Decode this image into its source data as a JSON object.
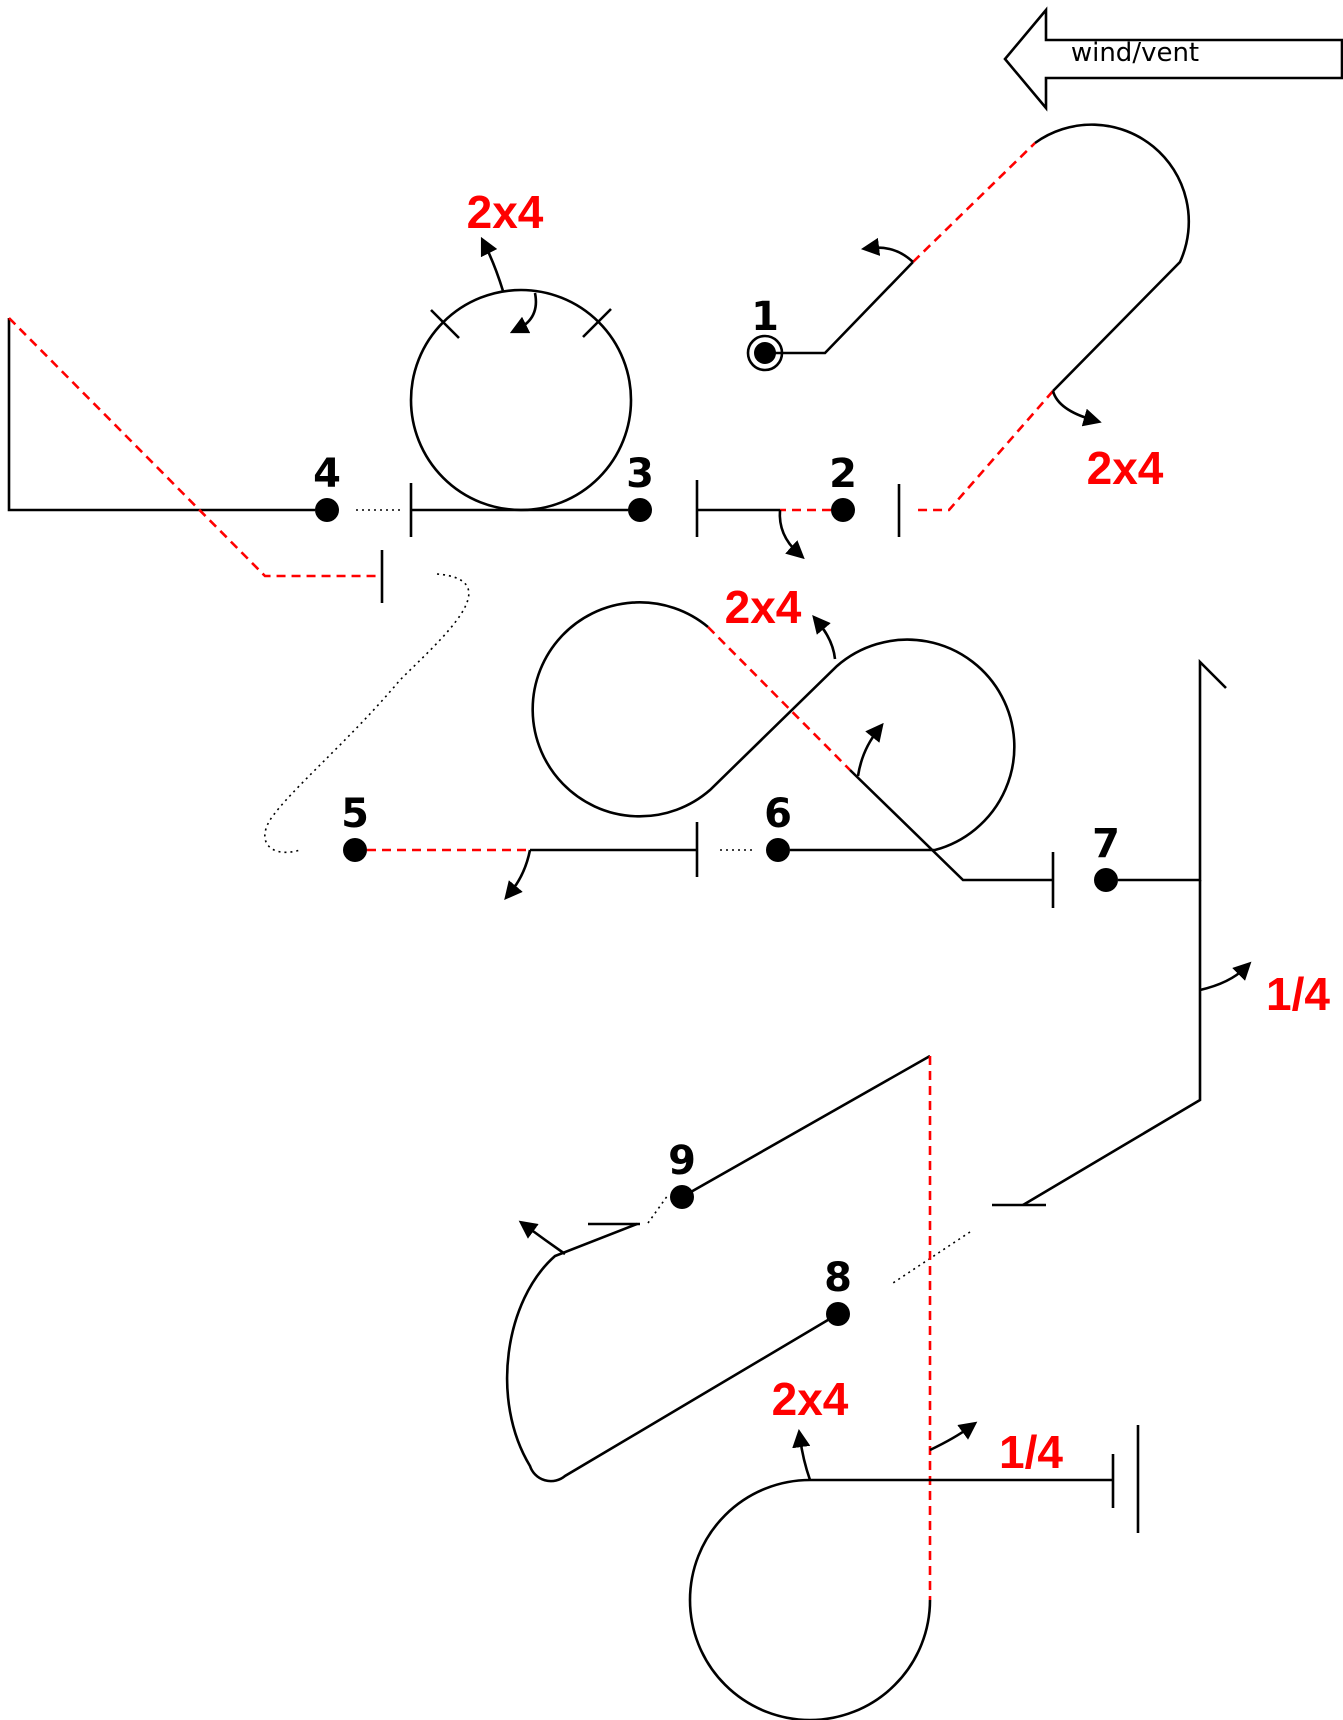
{
  "wind_label": "wind/vent",
  "stations": [
    "1",
    "2",
    "3",
    "4",
    "5",
    "6",
    "7",
    "8",
    "9"
  ],
  "markings": {
    "top_circle": "2x4",
    "loop_right": "2x4",
    "figure8": "2x4",
    "quarter_right": "1/4",
    "bottom_loop": "2x4",
    "quarter_bottom": "1/4"
  }
}
